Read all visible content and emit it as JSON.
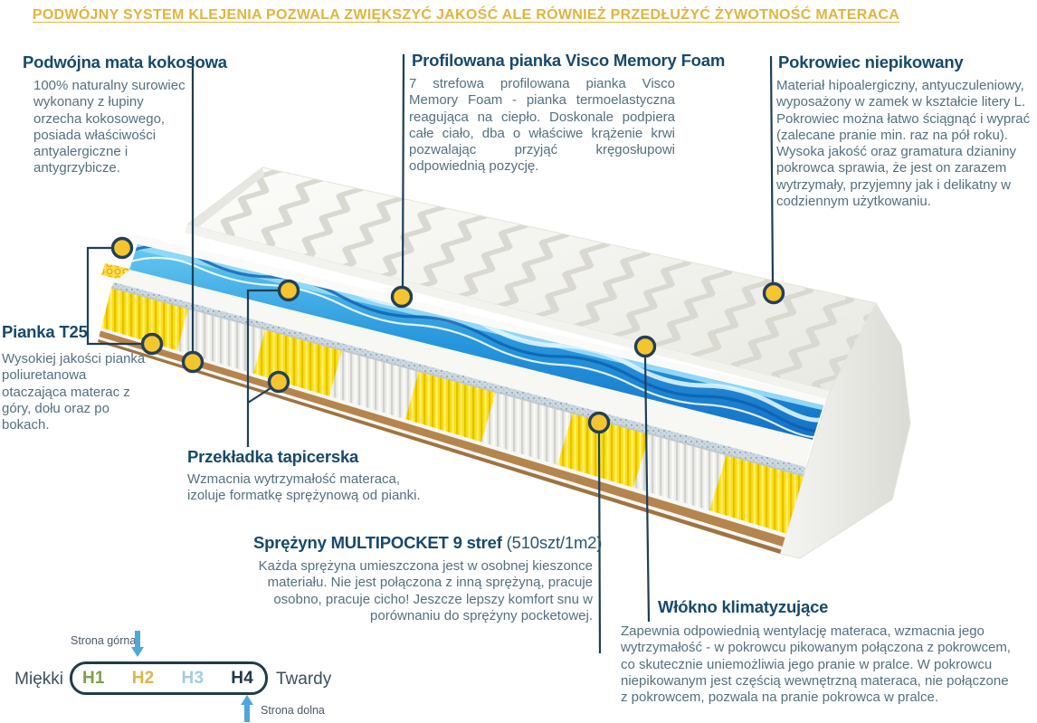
{
  "banner": {
    "text": "PODWÓJNY SYSTEM KLEJENIA POZWALA ZWIĘKSZYĆ JAKOŚĆ ALE RÓWNIEŻ PRZEDŁUŻYĆ ŻYWOTNOŚĆ MATERACA"
  },
  "sections": {
    "kokosowa": {
      "title": "Podwójna mata kokosowa",
      "body": "100% naturalny surowiec wykonany z łupiny orzecha kokosowego, posiada właściwości antyalergiczne i antygrzybicze."
    },
    "profilowana": {
      "title": "Profilowana pianka Visco Memory Foam",
      "body": "7 strefowa profilowana pianka Visco Memory Foam - pianka termoelastyczna reagująca na ciepło.  Doskonale podpiera całe ciało, dba o właściwe krążenie krwi pozwalając przyjąć kręgosłupowi odpowiednią pozycję."
    },
    "pokrowiec": {
      "title": "Pokrowiec  niepikowany",
      "body": "Materiał hipoalergiczny, antyuczuleniowy, wyposażony w zamek w kształcie litery L. Pokrowiec można łatwo ściągnąć i wyprać (zalecane pranie min.  raz na pół roku). Wysoka jakość oraz gramatura dzianiny pokrowca sprawia, że jest on zarazem wytrzymały, przyjemny jak i delikatny w codziennym użytkowaniu."
    },
    "pianka": {
      "title": "Pianka T25",
      "body": "Wysokiej jakości pianka poliuretanowa otaczająca materac z góry, dołu oraz po bokach."
    },
    "przekladka": {
      "title": "Przekładka tapicerska",
      "body": "Wzmacnia wytrzymałość materaca, izoluje formatkę sprężynową od pianki."
    },
    "sprezyny": {
      "title_bold": "Sprężyny MULTIPOCKET 9 stref",
      "title_note": " (510szt/1m2)",
      "body": "Każda sprężyna umieszczona jest w osobnej kieszonce materiału. Nie jest połączona z inną sprężyną, pracuje osobno, pracuje cicho! Jeszcze lepszy komfort snu w porównaniu do sprężyny pocketowej."
    },
    "wlokno": {
      "title": "Włókno klimatyzujące",
      "body": "Zapewnia odpowiednią wentylację materaca, wzmacnia jego wytrzymałość - w pokrowcu pikowanym połączona z pokrowcem, co skutecznie uniemożliwia jego pranie w pralce. W pokrowcu niepikowanym jest częścią wewnętrzną materaca, nie połączone z pokrowcem, pozwala na pranie pokrowca w pralce."
    }
  },
  "hardness_scale": {
    "left_label": "Miękki",
    "right_label": "Twardy",
    "top_note": "Strona górna",
    "bottom_note": "Strona dolna",
    "levels": [
      {
        "label": "H1",
        "color": "#7da04b"
      },
      {
        "label": "H2",
        "color": "#ddb747"
      },
      {
        "label": "H3",
        "color": "#a6cbdd"
      },
      {
        "label": "H4",
        "color": "#22384a"
      }
    ]
  },
  "colors": {
    "banner_gold": "#e2b43e",
    "heading_navy": "#17496b",
    "body_slate": "#54707f",
    "leader_line": "#1e3e59",
    "marker_fill": "#f4c52f",
    "spring_yellow": "#ffdf0a",
    "coir_brown": "#b5854e",
    "visco_blue": "#1e7fd0",
    "arrow_blue": "#4da9d9"
  }
}
